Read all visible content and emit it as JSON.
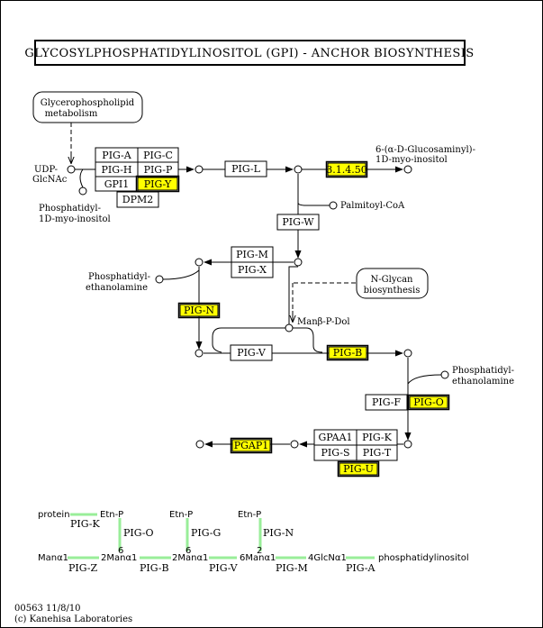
{
  "title": "GLYCOSYLPHOSPHATIDYLINOSITOL (GPI) - ANCHOR BIOSYNTHESIS",
  "colors": {
    "highlight": "#ffff00",
    "glycan_link": "#99ee99",
    "line": "#000000"
  },
  "maps": {
    "glycerophospholipid_l1": "Glycerophospholipid",
    "glycerophospholipid_l2": "metabolism",
    "nglycan_l1": "N-Glycan",
    "nglycan_l2": "biosynthesis"
  },
  "compounds": {
    "udp_glcnac_l1": "UDP-",
    "udp_glcnac_l2": "GlcNAc",
    "phosphatidyl_inositol_l1": "Phosphatidyl-",
    "phosphatidyl_inositol_l2": "1D-myo-inositol",
    "glucosaminyl_inositol_l1": "6-(α-D-Glucosaminyl)-",
    "glucosaminyl_inositol_l2": "1D-myo-inositol",
    "palmitoyl_coa": "Palmitoyl-CoA",
    "pe_left_l1": "Phosphatidyl-",
    "pe_left_l2": "ethanolamine",
    "man_p_dol": "Manβ-P-Dol",
    "pe_right_l1": "Phosphatidyl-",
    "pe_right_l2": "ethanolamine"
  },
  "enzymes": {
    "pig_a": "PIG-A",
    "pig_c": "PIG-C",
    "pig_h": "PIG-H",
    "pig_p": "PIG-P",
    "gpi1": "GPI1",
    "pig_y": "PIG-Y",
    "dpm2": "DPM2",
    "pig_l": "PIG-L",
    "ec_31450": "3.1.4.50",
    "pig_w": "PIG-W",
    "pig_m": "PIG-M",
    "pig_x": "PIG-X",
    "pig_n": "PIG-N",
    "pig_v": "PIG-V",
    "pig_b": "PIG-B",
    "pig_f": "PIG-F",
    "pig_o": "PIG-O",
    "gpaa1": "GPAA1",
    "pig_k": "PIG-K",
    "pig_s": "PIG-S",
    "pig_t": "PIG-T",
    "pig_u": "PIG-U",
    "pgap1": "PGAP1"
  },
  "glycan": {
    "protein": "protein",
    "etn_p_1": "Etn-P",
    "etn_p_2": "Etn-P",
    "etn_p_3": "Etn-P",
    "gly_pig_k": "PIG-K",
    "gly_pig_o": "PIG-O",
    "gly_pig_g": "PIG-G",
    "gly_pig_n": "PIG-N",
    "pos_6a": "6",
    "pos_6b": "6",
    "pos_2": "2",
    "man1": "Manα1",
    "man2": "2Manα1",
    "man3": "2Manα1",
    "man4": "6Manα1",
    "glcn": "4GlcNα1",
    "phosphatidylinositol": "phosphatidylinositol",
    "gly_pig_z": "PIG-Z",
    "gly_pig_b": "PIG-B",
    "gly_pig_v": "PIG-V",
    "gly_pig_m": "PIG-M",
    "gly_pig_a": "PIG-A"
  },
  "footer": {
    "map_id": "00563 11/8/10",
    "copyright": "(c) Kanehisa Laboratories"
  }
}
